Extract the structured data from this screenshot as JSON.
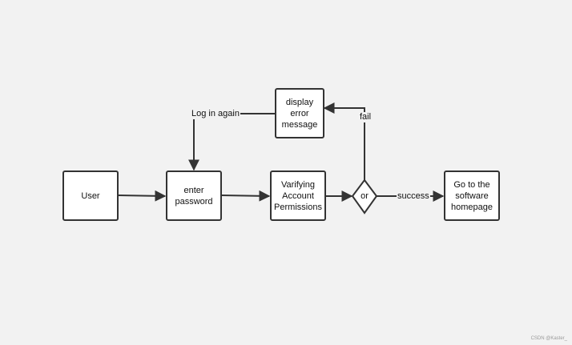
{
  "nodes": {
    "user": "User",
    "enter_password": "enter\npassword",
    "verify": "Varifying\nAccount\nPermissions",
    "decision": "or",
    "success_target": "Go to the\nsoftware\nhomepage",
    "error": "display\nerror\nmessage"
  },
  "edges": {
    "success": "success",
    "fail": "fail",
    "retry": "Log in again"
  },
  "watermark": "CSDN @Kaster_"
}
